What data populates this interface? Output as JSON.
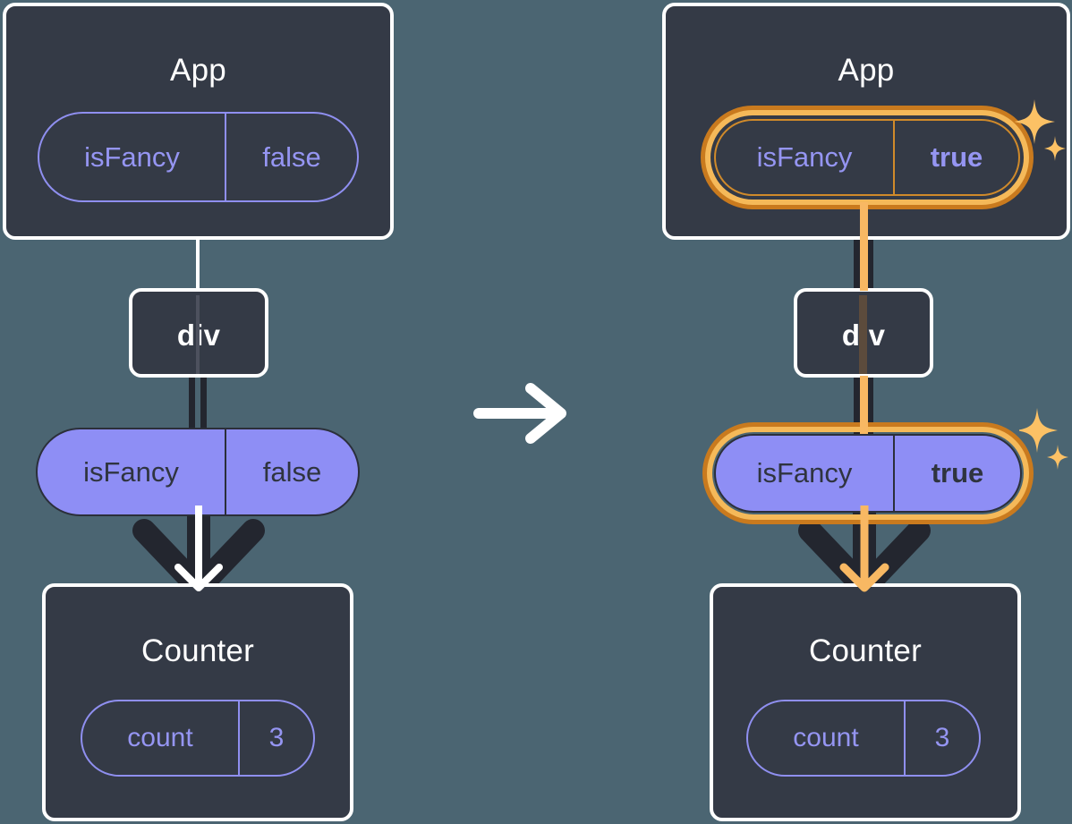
{
  "diagram": {
    "title_hidden": "React state propagation before and after update",
    "colors": {
      "background": "#4b6572",
      "box_fill": "#343a46",
      "box_border": "#ffffff",
      "pill_stroke_purple": "#8f8ff0",
      "pill_text_purple": "#9595f2",
      "pill_fill_purple": "#8e8ef5",
      "pill_fill_text": "#2f343f",
      "highlight_outer": "#c97a1e",
      "highlight_inner": "#f5b959",
      "sparkle": "#fcc165",
      "line_dark": "#23262f",
      "line_white": "#ffffff",
      "line_orange": "#f8b863"
    },
    "transition_icon": "right-arrow-icon"
  },
  "before": {
    "app": {
      "title": "App",
      "state": {
        "key": "isFancy",
        "value": "false",
        "value_bold": false,
        "highlighted": false
      }
    },
    "div": {
      "label": "div"
    },
    "prop": {
      "key": "isFancy",
      "value": "false",
      "value_bold": false,
      "highlighted": false
    },
    "counter": {
      "title": "Counter",
      "state": {
        "key": "count",
        "value": "3",
        "value_bold": false
      }
    }
  },
  "after": {
    "app": {
      "title": "App",
      "state": {
        "key": "isFancy",
        "value": "true",
        "value_bold": true,
        "highlighted": true
      }
    },
    "div": {
      "label": "div"
    },
    "prop": {
      "key": "isFancy",
      "value": "true",
      "value_bold": true,
      "highlighted": true
    },
    "counter": {
      "title": "Counter",
      "state": {
        "key": "count",
        "value": "3",
        "value_bold": false
      }
    },
    "sparkle_top": "sparkles-icon",
    "sparkle_mid": "sparkles-icon"
  }
}
